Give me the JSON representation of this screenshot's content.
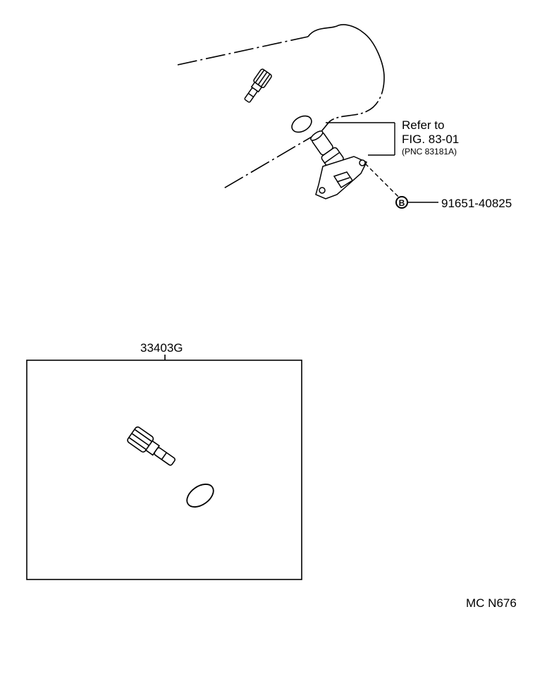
{
  "callout": {
    "refer_line1": "Refer to",
    "refer_line2": "FIG. 83-01",
    "refer_line3": "(PNC 83181A)"
  },
  "bolt": {
    "symbol": "B",
    "part_number": "91651-40825"
  },
  "kit": {
    "part_number": "33403G"
  },
  "footer": {
    "code": "MC N676"
  }
}
